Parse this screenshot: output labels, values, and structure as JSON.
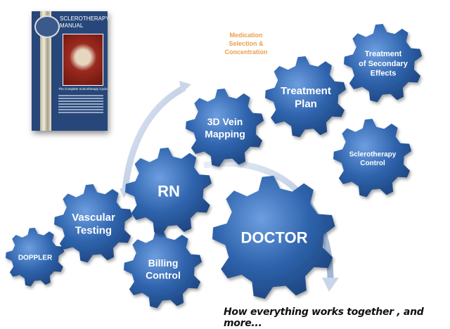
{
  "book": {
    "title_line1": "SCLEROTHERAPY",
    "title_line2": "MANUAL",
    "subtitle": "The Complete Sclerotherapy Cycle"
  },
  "annotation": {
    "line1": "Medication",
    "line2": "Selection &",
    "line3": "Concentration"
  },
  "gears": {
    "doppler": [
      "DOPPLER"
    ],
    "vascular": [
      "Vascular",
      "Testing"
    ],
    "billing": [
      "Billing",
      "Control"
    ],
    "rn": [
      "RN"
    ],
    "doctor": [
      "DOCTOR"
    ],
    "vein": [
      "3D Vein",
      "Mapping"
    ],
    "plan": [
      "Treatment",
      "Plan"
    ],
    "secondary": [
      "Treatment",
      "of Secondary",
      "Effects"
    ],
    "sclero": [
      "Sclerotherapy",
      "Control"
    ]
  },
  "caption": "How everything works together , and more...",
  "colors": {
    "gear": "#2d5fa6",
    "gear_light": "#5d8fd0",
    "accent": "#e8a050"
  }
}
